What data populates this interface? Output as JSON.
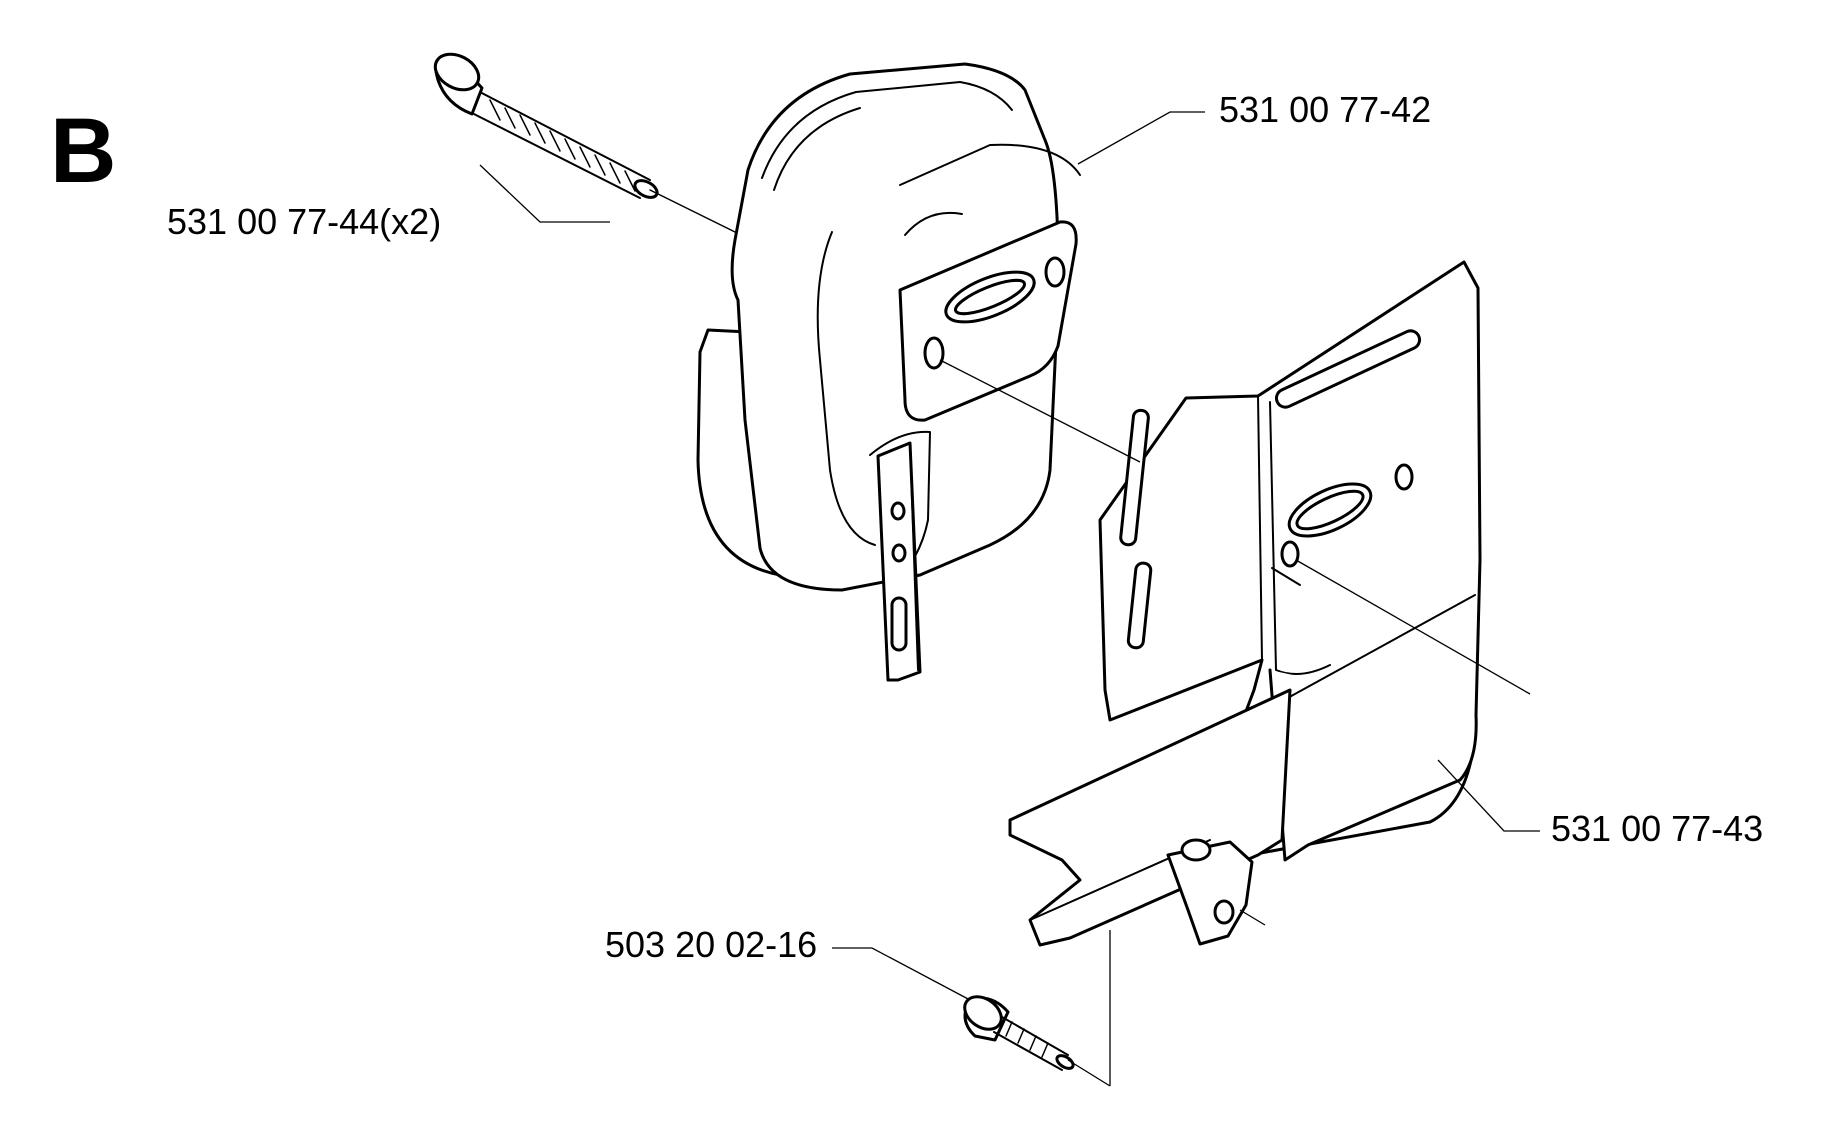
{
  "section_letter": "B",
  "parts": [
    {
      "id": "muffler",
      "part_number": "531 00 77-42"
    },
    {
      "id": "muffler-bolt",
      "part_number": "531 00 77-44(x2)"
    },
    {
      "id": "heat-shield",
      "part_number": "531 00 77-43"
    },
    {
      "id": "shield-screw",
      "part_number": "503 20 02-16"
    }
  ]
}
